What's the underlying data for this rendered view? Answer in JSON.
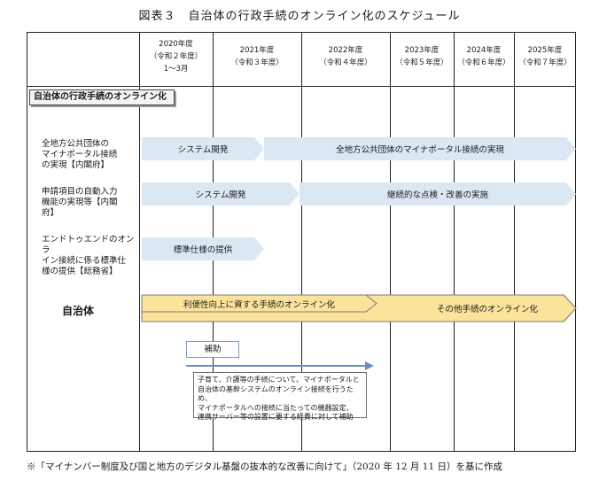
{
  "title": "図表３　自治体の行政手続のオンライン化のスケジュール",
  "years": [
    {
      "line1": "2020年度",
      "line2": "（令和２年度）",
      "line3": "1～3月"
    },
    {
      "line1": "2021年度",
      "line2": "（令和３年度）"
    },
    {
      "line1": "2022年度",
      "line2": "（令和４年度）"
    },
    {
      "line1": "2023年度",
      "line2": "（令和５年度）"
    },
    {
      "line1": "2024年度",
      "line2": "（令和６年度）"
    },
    {
      "line1": "2025年度",
      "line2": "（令和７年度）"
    }
  ],
  "section_label": "自治体の行政手続のオンライン化",
  "rows": [
    {
      "label": "全地方公共団体の\nマイナポータル接続\nの実現【内閣府】",
      "arrows": [
        "システム開発",
        "全地方公共団体のマイナポータル接続の実現"
      ]
    },
    {
      "label": "申請項目の自動入力\n機能の実現等【内閣\n府】",
      "arrows": [
        "システム開発",
        "継続的な点検・改善の実施"
      ]
    },
    {
      "label": "エンドトゥエンドのオンラ\nイン接続に係る標準仕\n様の提供【総務省】",
      "arrows": [
        "標準仕様の提供"
      ]
    },
    {
      "label": "自治体",
      "arrows": [
        "利便性向上に資する手続のオンライン化",
        "その他手続のオンライン化"
      ]
    }
  ],
  "support": {
    "label": "補助",
    "description": "子育て、介護等の手続について、マイナポータルと\n自治体の基幹システムのオンライン接続を行うため、\nマイナポータルへの接続に当たっての機器設定、\n連携サーバー等の設置に要する経費に対して補助"
  },
  "colors": {
    "blue_arrow": "#dbe8f3",
    "yellow_arrow": "#fbe39c",
    "support_arrow": "#6a8ec4"
  },
  "note": "※「マイナンバー制度及び国と地方のデジタル基盤の抜本的な改善に向けて」（2020 年 12 月 11 日）を基に作成"
}
